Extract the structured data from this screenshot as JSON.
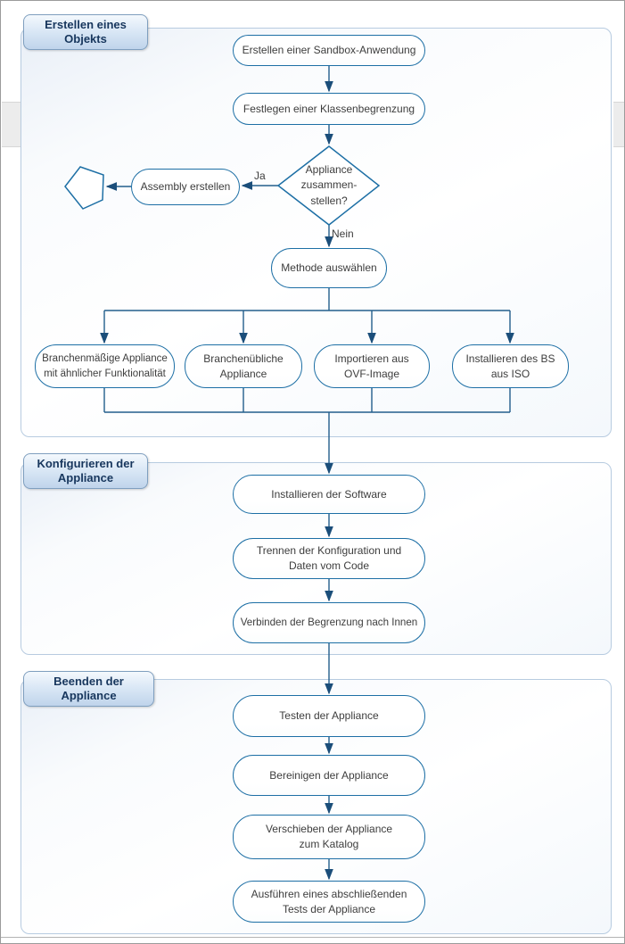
{
  "sections": {
    "create": {
      "tab": "Erstellen eines\nObjekts"
    },
    "configure": {
      "tab": "Konfigurieren der\nAppliance"
    },
    "finish": {
      "tab": "Beenden der\nAppliance"
    }
  },
  "nodes": {
    "create_sandbox": "Erstellen einer Sandbox-Anwendung",
    "set_class_boundary": "Festlegen einer Klassenbegrenzung",
    "decision_assemble": "Appliance\nzusammen-\nstellen?",
    "create_assembly": "Assembly erstellen",
    "choose_method": "Methode auswählen",
    "industry_similar": "Branchenmäßige Appliance\nmit ähnlicher Funktionalität",
    "industry_standard": "Branchenübliche\nAppliance",
    "import_ovf": "Importieren aus\nOVF-Image",
    "install_os_iso": "Installieren des BS\naus ISO",
    "install_software": "Installieren der Software",
    "separate_config": "Trennen der Konfiguration und\nDaten vom Code",
    "bind_boundary": "Verbinden der Begrenzung nach Innen",
    "test_appliance": "Testen der Appliance",
    "clean_appliance": "Bereinigen der Appliance",
    "move_to_catalog": "Verschieben der Appliance\nzum Katalog",
    "final_test": "Ausführen eines abschließenden\nTests der Appliance"
  },
  "labels": {
    "yes": "Ja",
    "no": "Nein"
  },
  "colors": {
    "node_border": "#1d6fa5",
    "connector": "#235e8c",
    "arrowhead": "#1b4e7a",
    "tab_text": "#17365d",
    "section_border": "#b7cbe0",
    "tab_fill_bottom": "#bfd4eb"
  }
}
